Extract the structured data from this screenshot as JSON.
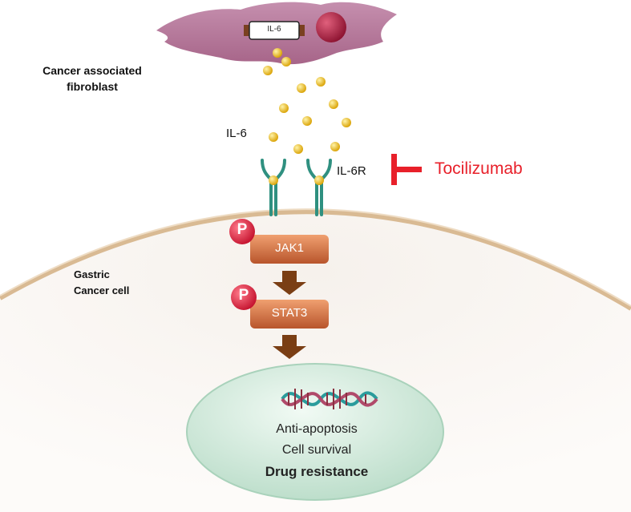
{
  "labels": {
    "caf_line1": "Cancer associated",
    "caf_line2": "fibroblast",
    "il6_tag": "IL-6",
    "il6": "IL-6",
    "il6r": "IL-6R",
    "drug": "Tocilizumab",
    "gastric_line1": "Gastric",
    "gastric_line2": "Cancer cell",
    "jak1": "JAK1",
    "stat3": "STAT3",
    "phospho": "P",
    "nucleus_line1": "Anti-apoptosis",
    "nucleus_line2": "Cell survival",
    "nucleus_line3": "Drug resistance"
  },
  "colors": {
    "fibroblast": "#b7799b",
    "fibroblast_nucleus": "#a51d3c",
    "il6_dot": "#e9b000",
    "receptor": "#2f9080",
    "cell_membrane": "#d9ba93",
    "kinase_box": "#c8663a",
    "phospho_circle": "#d8203a",
    "arrow": "#7a3e14",
    "nucleus": "#cfe9da",
    "inhibitor": "#e8202a"
  },
  "icons": [
    "fibroblast-cell",
    "il6-molecule",
    "il6-receptor",
    "phosphate-icon",
    "dna-helix-icon",
    "inhibition-icon",
    "down-arrow-icon"
  ]
}
